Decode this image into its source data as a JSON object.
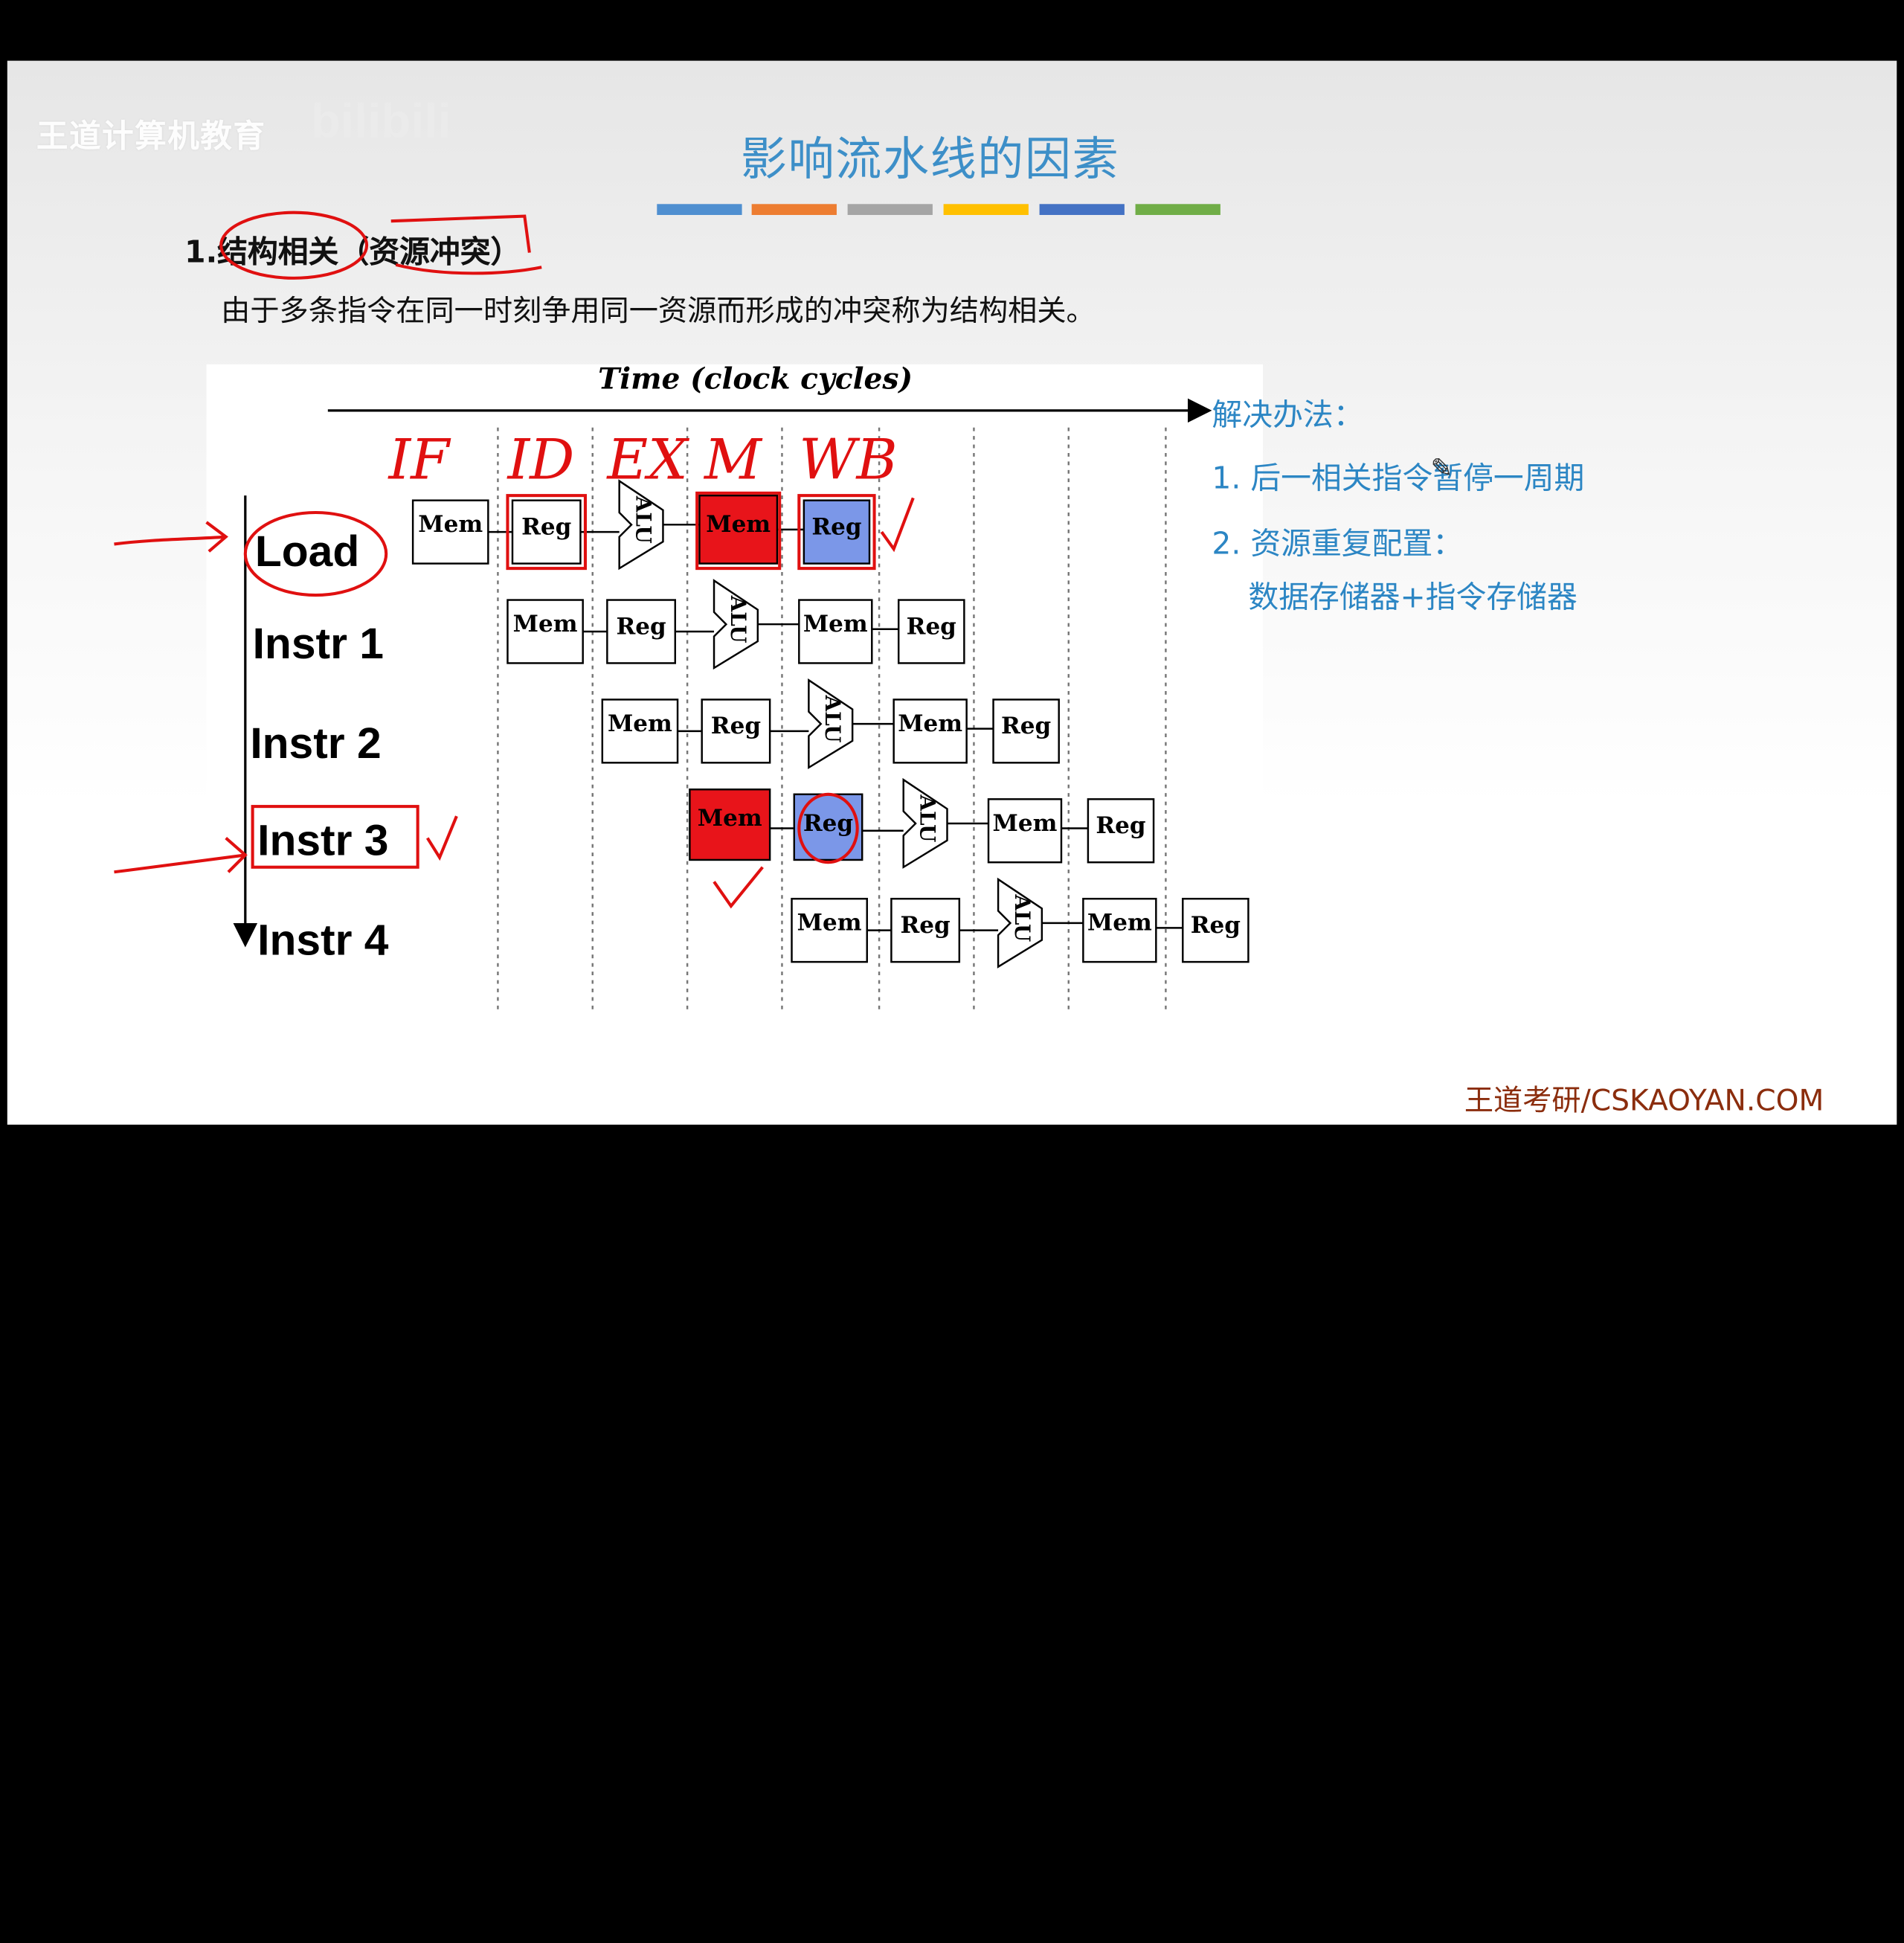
{
  "slide": {
    "watermark": "王道计算机教育",
    "bili_mark": "bilibili",
    "title": "影响流水线的因素",
    "color_bars": [
      "#4f8fd0",
      "#ed7d31",
      "#a5a5a5",
      "#ffc000",
      "#4472c4",
      "#70ad47"
    ],
    "section": {
      "number": "1.",
      "term": "结构相关",
      "open_paren": "（",
      "alias": "资源冲突",
      "close_paren": "）",
      "description": "由于多条指令在同一时刻争用同一资源而形成的冲突称为结构相关。"
    },
    "diagram": {
      "time_label": "Time (clock cycles)",
      "stage_annotations": [
        "IF",
        "ID",
        "EX",
        "M",
        "WB"
      ],
      "instructions": [
        "Load",
        "Instr 1",
        "Instr 2",
        "Instr 3",
        "Instr 4"
      ],
      "unit_labels": {
        "mem": "Mem",
        "reg": "Reg",
        "alu": "ALU"
      }
    },
    "solution": {
      "heading": "解决办法：",
      "items": [
        "1. 后一相关指令暂停一周期",
        "2. 资源重复配置：",
        "数据存储器+指令存储器"
      ]
    },
    "footer": "王道考研/CSKAOYAN.COM"
  }
}
